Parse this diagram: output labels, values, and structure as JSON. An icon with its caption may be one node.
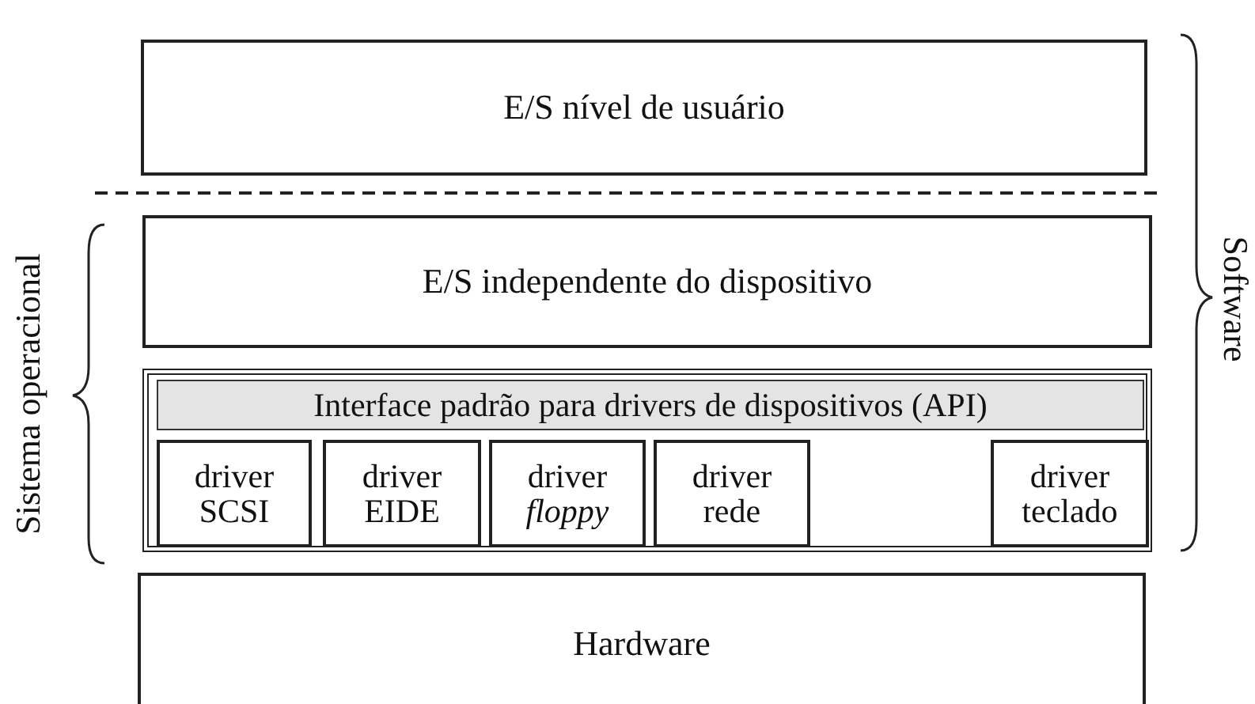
{
  "diagram": {
    "nodes": [
      {
        "text": [
          "E/S nível de usuário"
        ]
      },
      {
        "text": [
          "E/S independente do dispositivo"
        ]
      },
      {
        "text": [],
        "shape": "box"
      },
      {
        "text": [
          "Interface padrão para drivers de dispositivos (API)"
        ],
        "in": 2
      },
      {
        "text": [
          "driver SCSI"
        ],
        "in": 2
      },
      {
        "text": [
          "driver EIDE"
        ],
        "in": 2
      },
      {
        "text": [
          "driver *floppy*"
        ],
        "in": 2
      },
      {
        "text": [
          "driver rede"
        ],
        "in": 2
      },
      {
        "text": [
          "driver teclado"
        ],
        "in": 2
      },
      {
        "text": [
          "Hardware"
        ]
      }
    ],
    "edges": [],
    "labels": [
      "Sistema operacional",
      "Software"
    ]
  }
}
